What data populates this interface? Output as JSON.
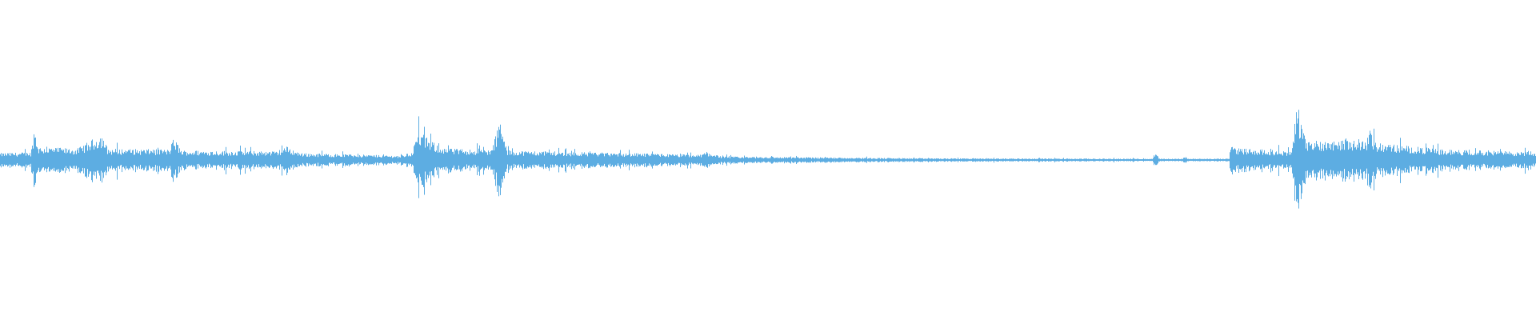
{
  "waveform": {
    "color": "#5dade2",
    "background": "#ffffff",
    "envelope_note": "",
    "envelope": [
      {
        "t": 0.0,
        "amp": 0.08
      },
      {
        "t": 0.02,
        "amp": 0.09
      },
      {
        "t": 0.022,
        "amp": 0.38
      },
      {
        "t": 0.025,
        "amp": 0.15
      },
      {
        "t": 0.05,
        "amp": 0.13
      },
      {
        "t": 0.066,
        "amp": 0.3
      },
      {
        "t": 0.07,
        "amp": 0.13
      },
      {
        "t": 0.11,
        "amp": 0.12
      },
      {
        "t": 0.113,
        "amp": 0.26
      },
      {
        "t": 0.118,
        "amp": 0.11
      },
      {
        "t": 0.18,
        "amp": 0.1
      },
      {
        "t": 0.186,
        "amp": 0.16
      },
      {
        "t": 0.195,
        "amp": 0.08
      },
      {
        "t": 0.26,
        "amp": 0.05
      },
      {
        "t": 0.268,
        "amp": 0.09
      },
      {
        "t": 0.272,
        "amp": 0.34
      },
      {
        "t": 0.28,
        "amp": 0.22
      },
      {
        "t": 0.29,
        "amp": 0.13
      },
      {
        "t": 0.32,
        "amp": 0.12
      },
      {
        "t": 0.325,
        "amp": 0.47
      },
      {
        "t": 0.33,
        "amp": 0.11
      },
      {
        "t": 0.38,
        "amp": 0.09
      },
      {
        "t": 0.455,
        "amp": 0.06
      },
      {
        "t": 0.46,
        "amp": 0.09
      },
      {
        "t": 0.47,
        "amp": 0.04
      },
      {
        "t": 0.54,
        "amp": 0.03
      },
      {
        "t": 0.6,
        "amp": 0.02
      },
      {
        "t": 0.75,
        "amp": 0.015
      },
      {
        "t": 0.752,
        "amp": 0.08
      },
      {
        "t": 0.755,
        "amp": 0.015
      },
      {
        "t": 0.77,
        "amp": 0.015
      },
      {
        "t": 0.771,
        "amp": 0.05
      },
      {
        "t": 0.773,
        "amp": 0.015
      },
      {
        "t": 0.8,
        "amp": 0.015
      },
      {
        "t": 0.801,
        "amp": 0.18
      },
      {
        "t": 0.804,
        "amp": 0.14
      },
      {
        "t": 0.84,
        "amp": 0.1
      },
      {
        "t": 0.845,
        "amp": 0.54
      },
      {
        "t": 0.85,
        "amp": 0.22
      },
      {
        "t": 0.89,
        "amp": 0.24
      },
      {
        "t": 0.891,
        "amp": 0.4
      },
      {
        "t": 0.895,
        "amp": 0.2
      },
      {
        "t": 0.94,
        "amp": 0.12
      },
      {
        "t": 1.0,
        "amp": 0.09
      }
    ]
  }
}
